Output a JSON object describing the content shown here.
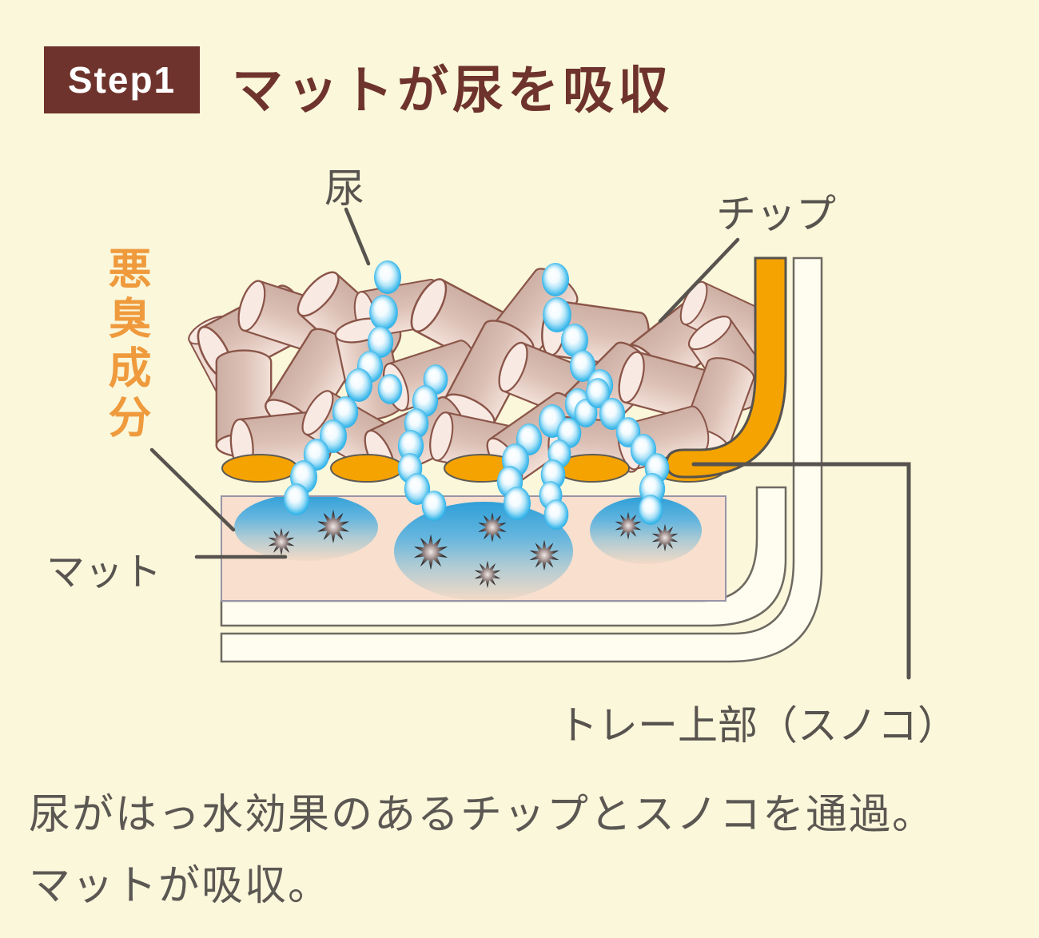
{
  "header": {
    "step_label": "Step1",
    "title": "マットが尿を吸収",
    "badge_color": "#6E332C"
  },
  "diagram": {
    "labels": {
      "urine": "尿",
      "chip": "チップ",
      "odor": "悪臭成分",
      "mat": "マット",
      "tray": "トレー上部（スノコ）"
    },
    "colors": {
      "background": "#FAF7DB",
      "accent_orange": "#F5A300",
      "odor_text_orange": "#EF9A3C",
      "droplet_blue": "#17A2E0",
      "mat_pink": "#F8DFCE",
      "chip_tan": "#D9BCB1",
      "line_gray": "#57534E",
      "tray_white": "#FFFDF0"
    }
  },
  "caption": {
    "line1": "尿がはっ水効果のあるチップとスノコを通過。",
    "line2": "マットが吸収。"
  }
}
